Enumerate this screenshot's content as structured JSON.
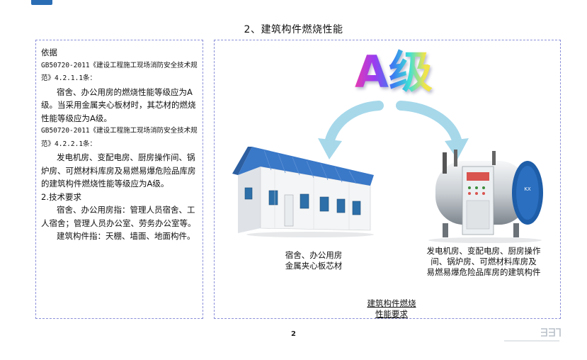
{
  "page_title": "2、建筑构件燃烧性能",
  "left_panel": {
    "lines": [
      {
        "text": "依据",
        "style": "plain"
      },
      {
        "text": "GB50720-2011《建设工程施工现场消防安全技术规范》4.2.1.1条：",
        "style": "std"
      },
      {
        "text": "宿舍、办公用房的燃烧性能等级应为A级。当采用金属夹心板材时，其芯材的燃烧性能等级应为A级。",
        "style": "indent"
      },
      {
        "text": "GB50720-2011《建设工程施工现场消防安全技术规范》4.2.2.1条：",
        "style": "std"
      },
      {
        "text": "发电机房、变配电房、厨房操作间、锅炉房、可燃材料库房及易燃易爆危险品库房的建筑构件燃烧性能等级应为A级。",
        "style": "indent"
      },
      {
        "text": "2.技术要求",
        "style": "plain"
      },
      {
        "text": "宿舍、办公用房指：管理人员宿舍、工人宿舍；管理人员办公室、劳务办公室等。",
        "style": "indent"
      },
      {
        "text": "建筑构件指：天棚、墙面、地面构件。",
        "style": "indent"
      }
    ]
  },
  "right_panel": {
    "grade_label": "A级",
    "left_caption": [
      "宿舍、办公用房",
      "金属夹心板芯材"
    ],
    "right_caption": [
      "发电机房、变配电房、厨房操作",
      "间、锅炉房、可燃材料库房及",
      "易燃易爆危险品库房的建筑构件"
    ],
    "link_caption": [
      "建筑构件燃烧",
      "性能要求"
    ],
    "boiler_brand": "KX"
  },
  "page_number": "2",
  "colors": {
    "dashed_border": "#8a8fd8",
    "arrow": "#9fd3e6",
    "roof": "#3a78c8",
    "corner_mark": "#2a6db5"
  }
}
